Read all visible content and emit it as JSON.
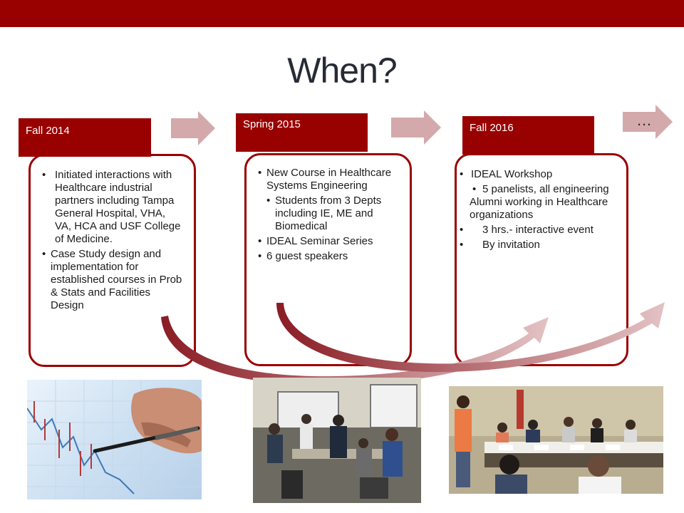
{
  "slide": {
    "title": "When?",
    "ellipsis": "…"
  },
  "columns": [
    {
      "tab": "Fall 2014",
      "bullets": [
        "Initiated interactions with Healthcare industrial partners including Tampa General Hospital, VHA, VA, HCA and USF College of Medicine.",
        "Case Study design and implementation for established courses in Prob & Stats and Facilities Design"
      ]
    },
    {
      "tab": "Spring 2015",
      "bullets": [
        "New Course in Healthcare Systems Engineering",
        "Students from 3 Depts including IE, ME and Biomedical",
        "IDEAL Seminar Series",
        "6 guest speakers"
      ]
    },
    {
      "tab": "Fall 2016",
      "bullets": [
        "IDEAL Workshop",
        "5 panelists, all engineering Alumni working in Healthcare organizations",
        "3 hrs.- interactive event",
        "By invitation"
      ]
    }
  ],
  "colors": {
    "accent": "#990000",
    "arrow": "#d4a9ab",
    "title": "#262b35"
  },
  "images": [
    {
      "icon": "stock-chart-pen-photo"
    },
    {
      "icon": "classroom-photo"
    },
    {
      "icon": "workshop-panel-photo"
    }
  ]
}
